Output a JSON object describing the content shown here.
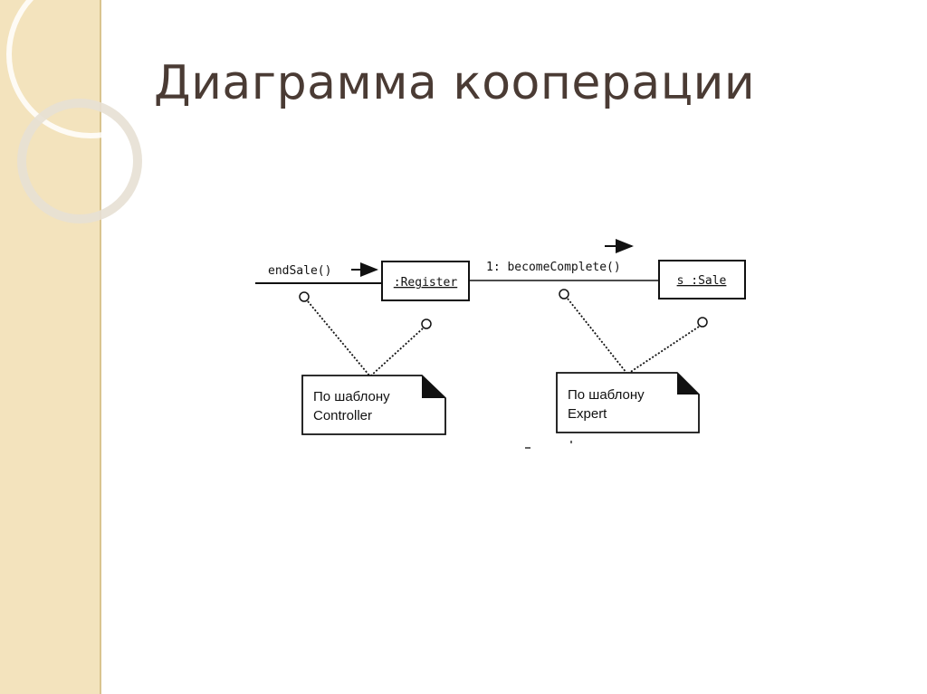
{
  "slide": {
    "title": "Диаграмма кооперации"
  },
  "diagram": {
    "incoming_message": "endSale()",
    "message": "1: becomeComplete()",
    "objects": {
      "register": ":Register",
      "sale": "s :Sale"
    },
    "notes": {
      "controller": {
        "line1": "По шаблону",
        "line2": "Controller"
      },
      "expert": {
        "line1": "По шаблону",
        "line2": "Expert"
      }
    }
  },
  "colors": {
    "side_band": "#f3e3bd",
    "title": "#4a3b34"
  }
}
